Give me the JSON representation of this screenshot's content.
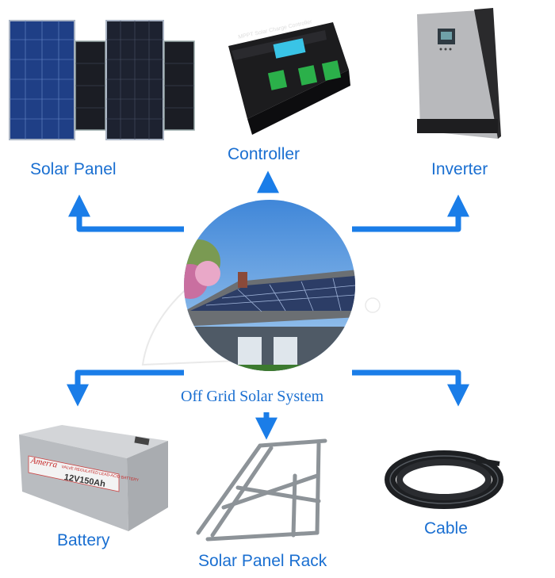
{
  "center": {
    "label": "Off Grid Solar System"
  },
  "components": {
    "solar_panel": {
      "label": "Solar Panel"
    },
    "controller": {
      "label": "Controller",
      "screen_text": "MPPT Solar Charge Controller"
    },
    "inverter": {
      "label": "Inverter"
    },
    "battery": {
      "label": "Battery",
      "brand": "Amerra",
      "model": "12V150Ah",
      "caption": "VALVE REGULATED LEAD-ACID BATTERY"
    },
    "rack": {
      "label": "Solar Panel Rack"
    },
    "cable": {
      "label": "Cable"
    }
  },
  "colors": {
    "arrow": "#1a7de8",
    "text": "#1a6fd1"
  }
}
